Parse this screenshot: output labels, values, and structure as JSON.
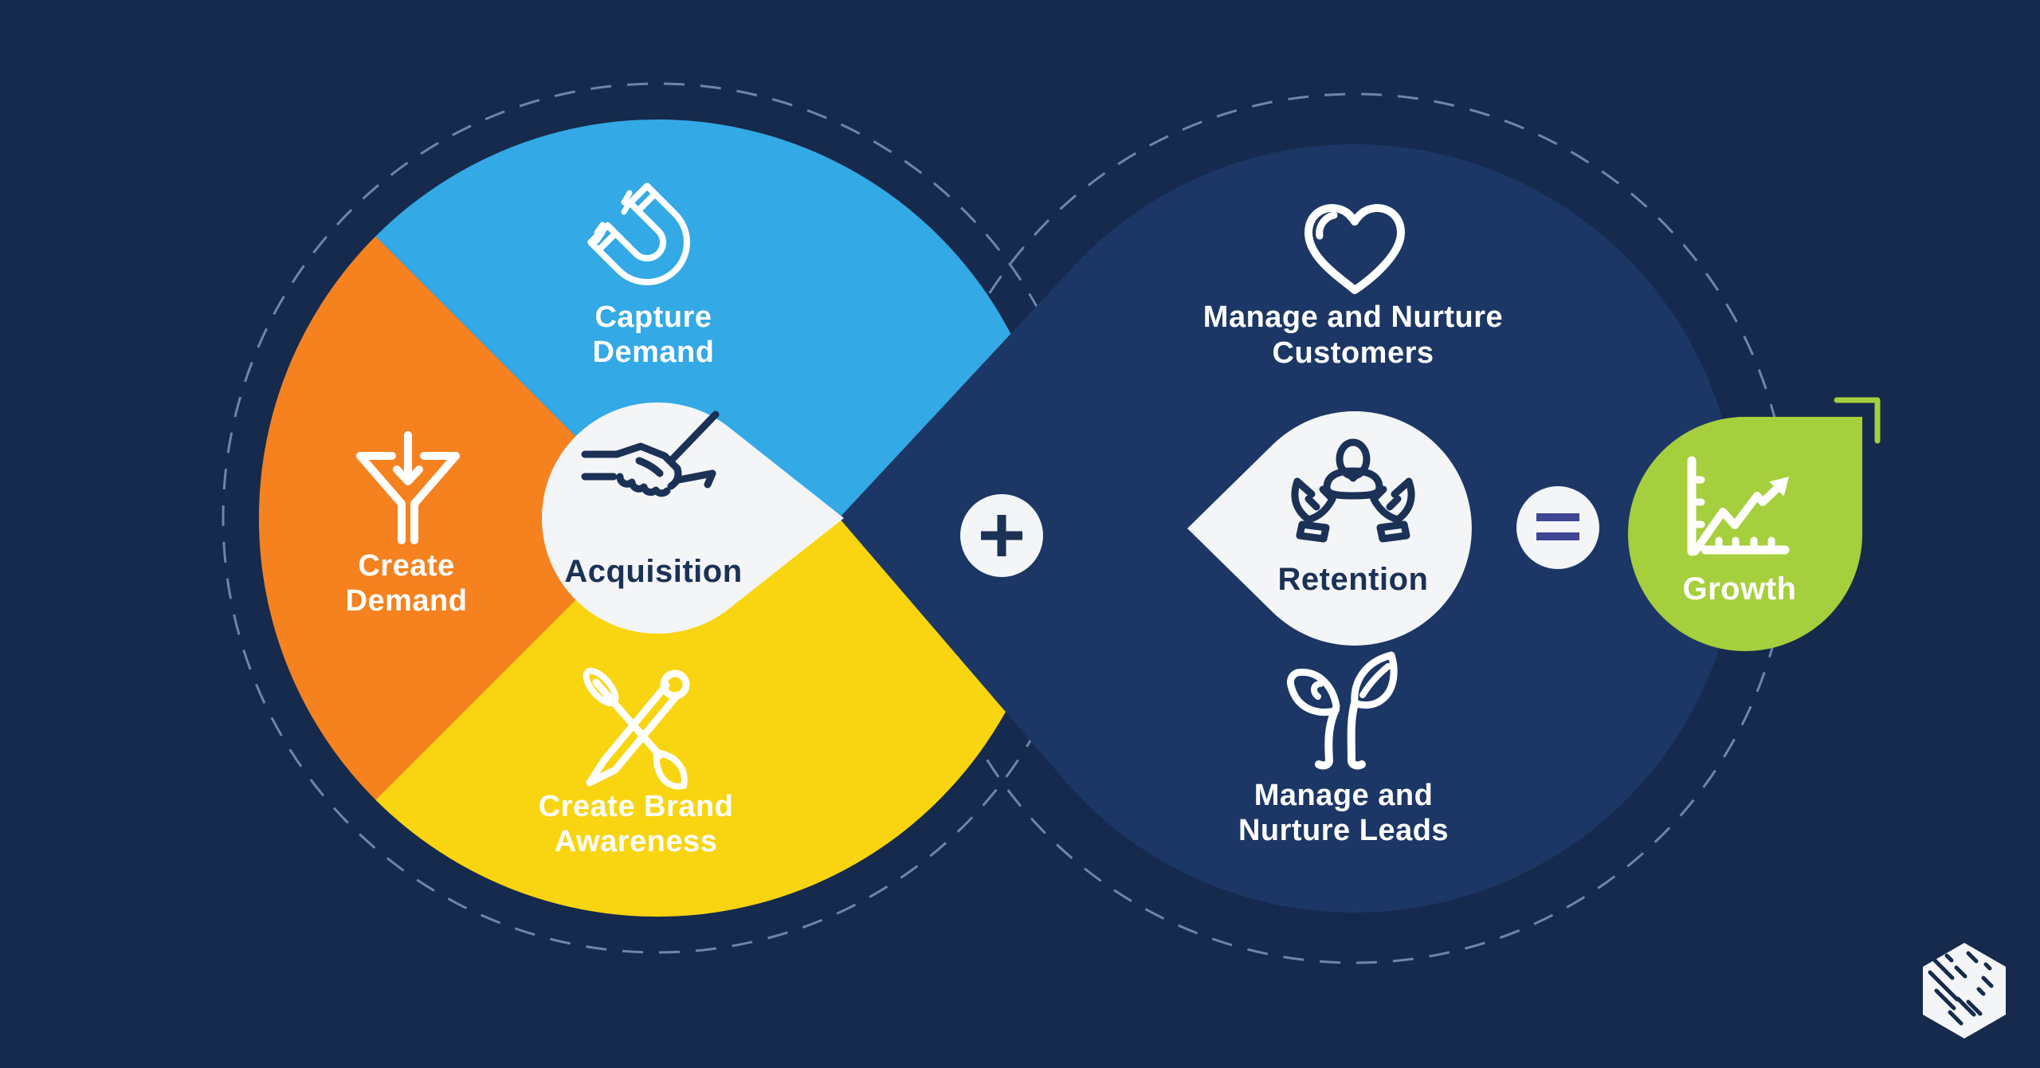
{
  "colors": {
    "bg": "#152A4D",
    "loop_navy": "#1C3765",
    "blue": "#33A9E6",
    "orange": "#F5821F",
    "yellow": "#F9D411",
    "white_shape": "#F4F5F7",
    "icon_navy": "#1B3156",
    "green": "#A5CF3C",
    "equals_indigo": "#3F4695",
    "dash": "#6D86AD",
    "text_light": "#FFFFFF"
  },
  "left_loop": {
    "segments": [
      {
        "id": "capture-demand",
        "label_lines": [
          "Capture",
          "Demand"
        ],
        "color": "blue",
        "icon": "magnet-icon"
      },
      {
        "id": "create-demand",
        "label_lines": [
          "Create",
          "Demand"
        ],
        "color": "orange",
        "icon": "funnel-arrow-icon"
      },
      {
        "id": "create-brand-awareness",
        "label_lines": [
          "Create Brand",
          "Awareness"
        ],
        "color": "yellow",
        "icon": "pencil-brush-icon"
      }
    ],
    "center": {
      "label": "Acquisition",
      "icon": "handshake-icon"
    }
  },
  "operators": {
    "plus": "+",
    "equals": "="
  },
  "right_loop": {
    "top": {
      "label_lines": [
        "Manage and Nurture",
        "Customers"
      ],
      "icon": "heart-icon"
    },
    "center": {
      "label": "Retention",
      "icon": "care-hands-icon"
    },
    "bottom": {
      "label_lines": [
        "Manage and",
        "Nurture Leads"
      ],
      "icon": "seedling-icon"
    }
  },
  "result": {
    "label": "Growth",
    "icon": "growth-chart-icon"
  },
  "brand": {
    "logo": "hexagon-logo"
  }
}
